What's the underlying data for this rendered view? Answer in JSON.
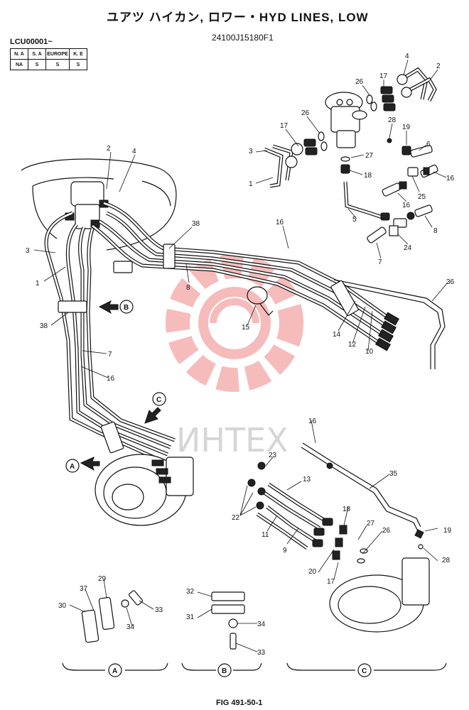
{
  "header": {
    "title": "ユアツ ハイカン, ロワー・HYD LINES, LOW",
    "part_number": "24100J15180F1",
    "serial_from": "LCU00001~"
  },
  "spec_table": {
    "headers": [
      "N. A",
      "S. A",
      "EUROPE",
      "K. E"
    ],
    "values": [
      "NA",
      "S",
      "S",
      "S"
    ]
  },
  "watermark": "ИНТЕХ",
  "callouts": {
    "c1a": "1",
    "c2a": "2",
    "c3a": "3",
    "c4a": "4",
    "c38a": "38",
    "c8": "8",
    "c16a": "16",
    "c3b": "3",
    "c1b": "1",
    "c38b": "38",
    "c7a": "7",
    "c16b": "16",
    "c15": "15",
    "c14": "14",
    "c12": "12",
    "c10": "10",
    "c36": "36",
    "c4b": "4",
    "c2b": "2",
    "c17a": "17",
    "c26a": "26",
    "c26b": "26",
    "c17b": "17",
    "c3c": "3",
    "c1c": "1",
    "c28a": "28",
    "c19a": "19",
    "c6": "6",
    "c27a": "27",
    "c18a": "18",
    "c16c": "16",
    "c25": "25",
    "c16d": "16",
    "c5": "5",
    "c8b": "8",
    "c24": "24",
    "c7b": "7",
    "c16e": "16",
    "c23": "23",
    "c13": "13",
    "c35": "35",
    "c22": "22",
    "c11": "11",
    "c9": "9",
    "c18b": "18",
    "c27b": "27",
    "c26c": "26",
    "c19b": "19",
    "c20": "20",
    "c17c": "17",
    "c28b": "28",
    "c29": "29",
    "c37": "37",
    "c30": "30",
    "c33a": "33",
    "c34a": "34",
    "c32": "32",
    "c31": "31",
    "c34b": "34",
    "c33b": "33"
  },
  "view_markers": {
    "arrow_a": "A",
    "arrow_b": "B",
    "arrow_c": "C",
    "detail_a": "A",
    "detail_b": "B",
    "detail_c": "C"
  },
  "footer": {
    "figure": "FIG 491-50-1"
  }
}
